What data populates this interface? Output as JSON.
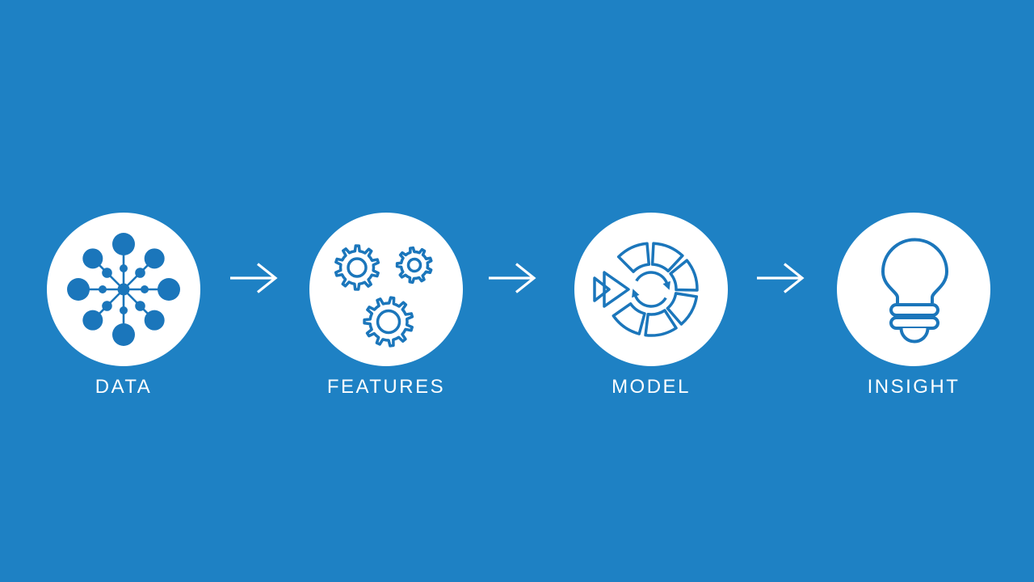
{
  "diagram": {
    "description": "Four-step process flow on blue background",
    "steps": [
      {
        "label": "DATA",
        "icon": "network-hub-icon"
      },
      {
        "label": "FEATURES",
        "icon": "gears-icon"
      },
      {
        "label": "MODEL",
        "icon": "model-cycle-icon"
      },
      {
        "label": "INSIGHT",
        "icon": "lightbulb-icon"
      }
    ],
    "connectors": {
      "type": "right-arrow",
      "count": 3
    }
  },
  "theme": {
    "background": "#1E81C4",
    "icon_blue": "#1B76BB",
    "circle_fill": "#FFFFFF",
    "text_color": "#FFFFFF",
    "arrow_color": "#FFFFFF"
  }
}
